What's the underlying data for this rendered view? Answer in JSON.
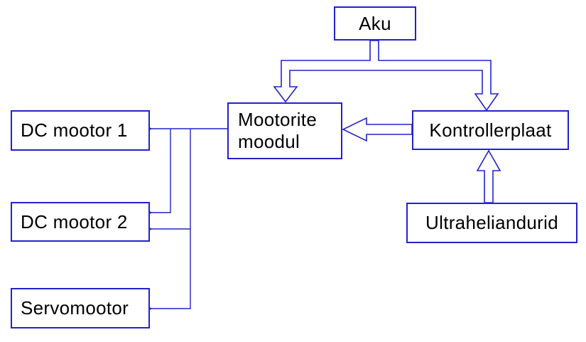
{
  "diagram": {
    "colors": {
      "line": "#2222CC",
      "box_border": "#2222CC",
      "box_fill": "#FFFFFF",
      "text": "#000000",
      "background": "#FFFFFF"
    },
    "nodes": {
      "aku": {
        "label": "Aku"
      },
      "mootorite_moodul": {
        "label": "Mootorite moodul"
      },
      "kontrollerplaat": {
        "label": "Kontrollerplaat"
      },
      "dc_mootor_1": {
        "label": "DC mootor 1"
      },
      "dc_mootor_2": {
        "label": "DC mootor 2"
      },
      "servomootor": {
        "label": "Servomootor"
      },
      "ultraheliandurid": {
        "label": "Ultraheliandurid"
      }
    },
    "edges": [
      {
        "from": "Aku",
        "to": "Mootorite moodul",
        "style": "hollow-arrow"
      },
      {
        "from": "Aku",
        "to": "Kontrollerplaat",
        "style": "hollow-arrow"
      },
      {
        "from": "Kontrollerplaat",
        "to": "Mootorite moodul",
        "style": "hollow-arrow"
      },
      {
        "from": "Ultraheliandurid",
        "to": "Kontrollerplaat",
        "style": "hollow-arrow"
      },
      {
        "from": "Mootorite moodul",
        "to": "DC mootor 1",
        "style": "line-arrow"
      },
      {
        "from": "Mootorite moodul",
        "to": "DC mootor 2",
        "style": "line-arrow"
      },
      {
        "from": "Mootorite moodul",
        "to": "DC mootor 2",
        "style": "line-arrow"
      },
      {
        "from": "Mootorite moodul",
        "to": "Servomootor",
        "style": "line-arrow"
      }
    ]
  }
}
